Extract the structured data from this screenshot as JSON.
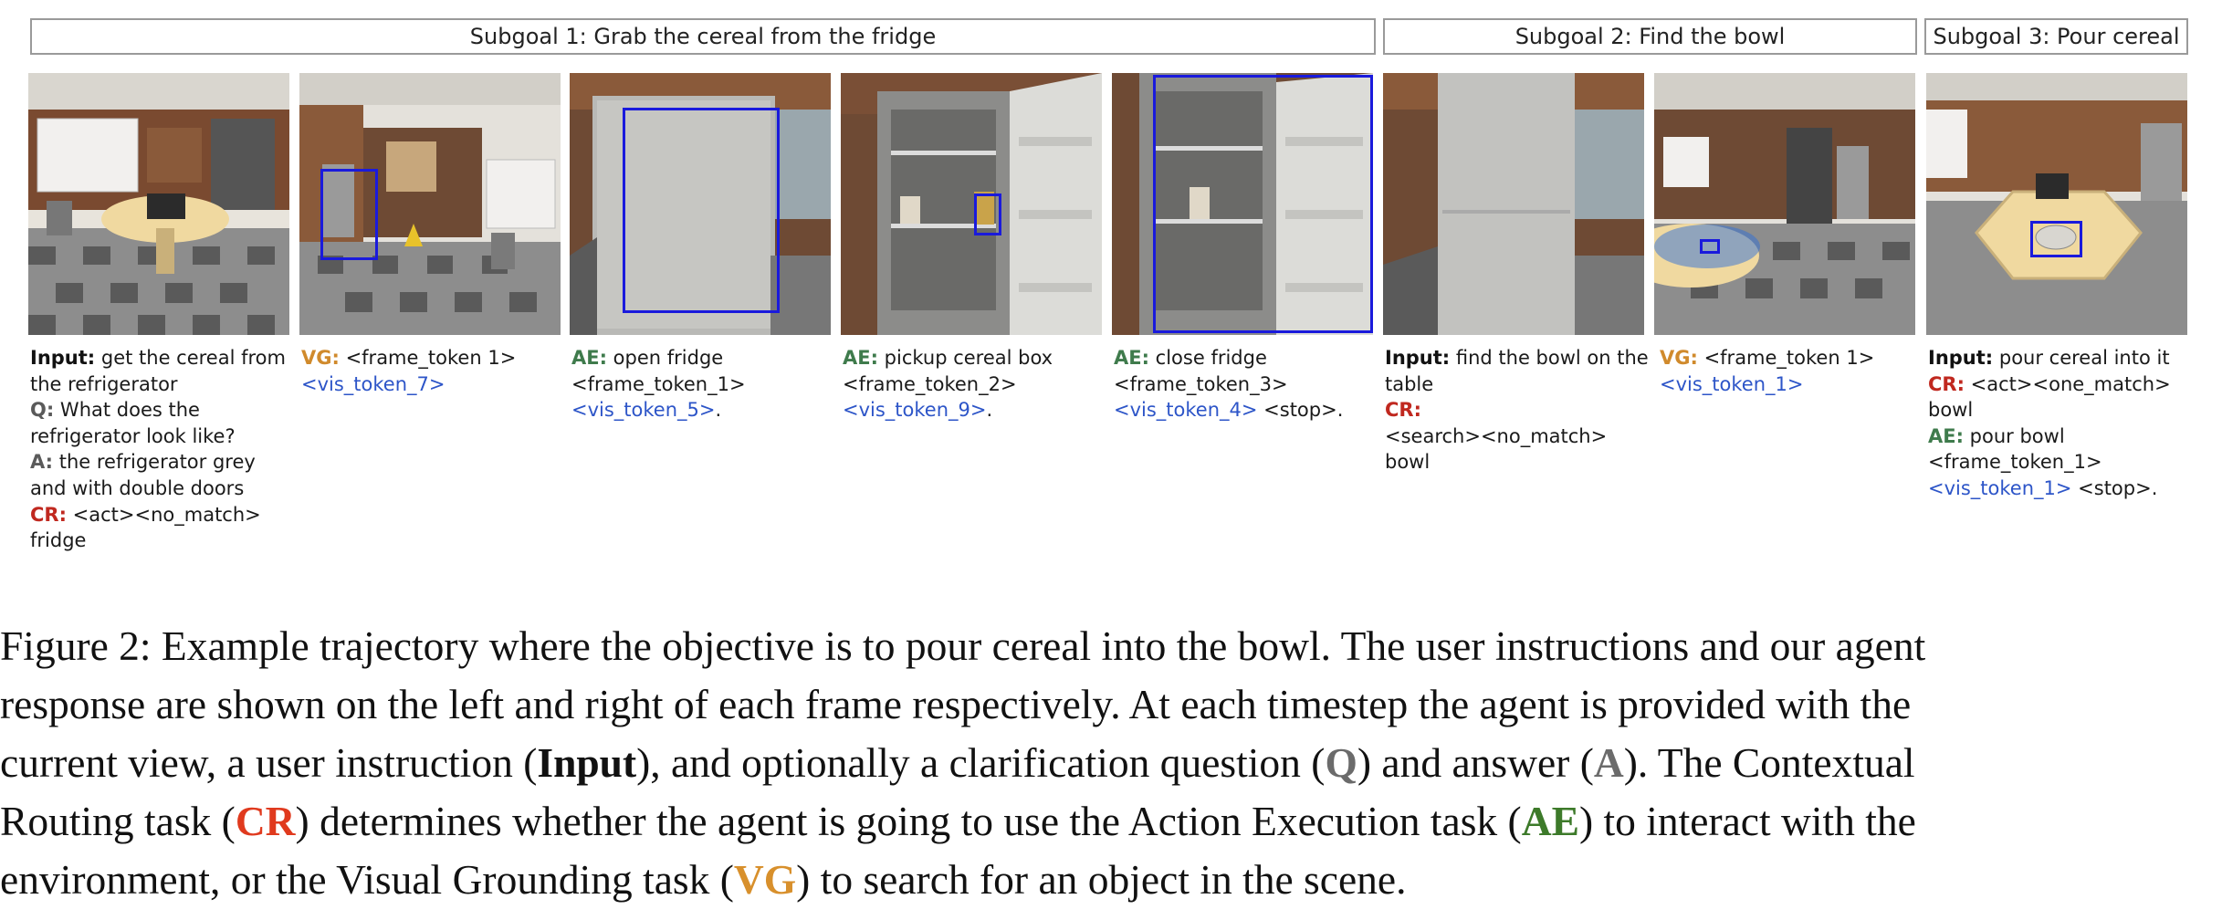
{
  "subgoals": [
    {
      "label": "Subgoal 1: Grab the cereal from the fridge"
    },
    {
      "label": "Subgoal 2: Find the bowl"
    },
    {
      "label": "Subgoal 3: Pour cereal"
    }
  ],
  "frames": [
    {
      "scene": "kitchen table with microwave, checkered floor"
    },
    {
      "scene": "kitchen with fridge, wet floor sign"
    },
    {
      "scene": "closed fridge close-up"
    },
    {
      "scene": "open fridge with cereal box"
    },
    {
      "scene": "open fridge after pickup"
    },
    {
      "scene": "closed fridge close-up"
    },
    {
      "scene": "kitchen with table and vending machine"
    },
    {
      "scene": "table with bowl"
    }
  ],
  "annotations": {
    "f1": {
      "input_label": "Input:",
      "input_text": " get the cereal from the refrigerator",
      "q_label": "Q:",
      "q_text": " What does the refrigerator look like?",
      "a_label": "A:",
      "a_text": " the refrigerator grey and with double doors",
      "cr_label": "CR:",
      "cr_text": " <act><no_match> fridge"
    },
    "f2": {
      "vg_label": "VG:",
      "vg_text": " <frame_token 1>",
      "token": "<vis_token_7>"
    },
    "f3": {
      "ae_label": "AE:",
      "ae_text": " open fridge <frame_token_1>",
      "token": "<vis_token_5>",
      "tail": "."
    },
    "f4": {
      "ae_label": "AE:",
      "ae_text": " pickup  cereal box <frame_token_2>",
      "token": "<vis_token_9>",
      "tail": "."
    },
    "f5": {
      "ae_label": "AE:",
      "ae_text": " close fridge <frame_token_3>",
      "token": "<vis_token_4>",
      "tail": " <stop>."
    },
    "f6": {
      "input_label": "Input:",
      "input_text": " find the bowl on the table",
      "cr_label": "CR:",
      "cr_text": " <search><no_match> bowl"
    },
    "f7": {
      "vg_label": "VG:",
      "vg_text": " <frame_token 1>",
      "token": "<vis_token_1>"
    },
    "f8": {
      "input_label": "Input:",
      "input_text": " pour cereal into it",
      "cr_label": "CR:",
      "cr_text": " <act><one_match> bowl",
      "ae_label": "AE:",
      "ae_text": " pour bowl <frame_token_1>",
      "token": "<vis_token_1>",
      "tail": " <stop>."
    }
  },
  "caption": {
    "l1": "Figure 2: Example trajectory where the objective is to pour cereal into the bowl. The user instructions and our agent",
    "l2": "response are shown on the left and right of each frame respectively. At each timestep the agent is provided with the",
    "l3a": "current view, a user instruction (",
    "input": "Input",
    "l3b": "), and optionally a clarification question (",
    "q": "Q",
    "l3c": ") and answer (",
    "a": "A",
    "l3d": "). The Contextual",
    "l4a": "Routing task (",
    "cr": "CR",
    "l4b": ") determines whether the agent is going to use the Action Execution task (",
    "ae": "AE",
    "l4c": ") to interact with the",
    "l5a": "environment, or the Visual Grounding task (",
    "vg": "VG",
    "l5b": ") to search for an object in the scene."
  },
  "colors": {
    "bbox": "#1a1adc",
    "cr": "#c0281f",
    "ae": "#3f7b4c",
    "vg": "#d08a2c",
    "token": "#2d55c8"
  }
}
